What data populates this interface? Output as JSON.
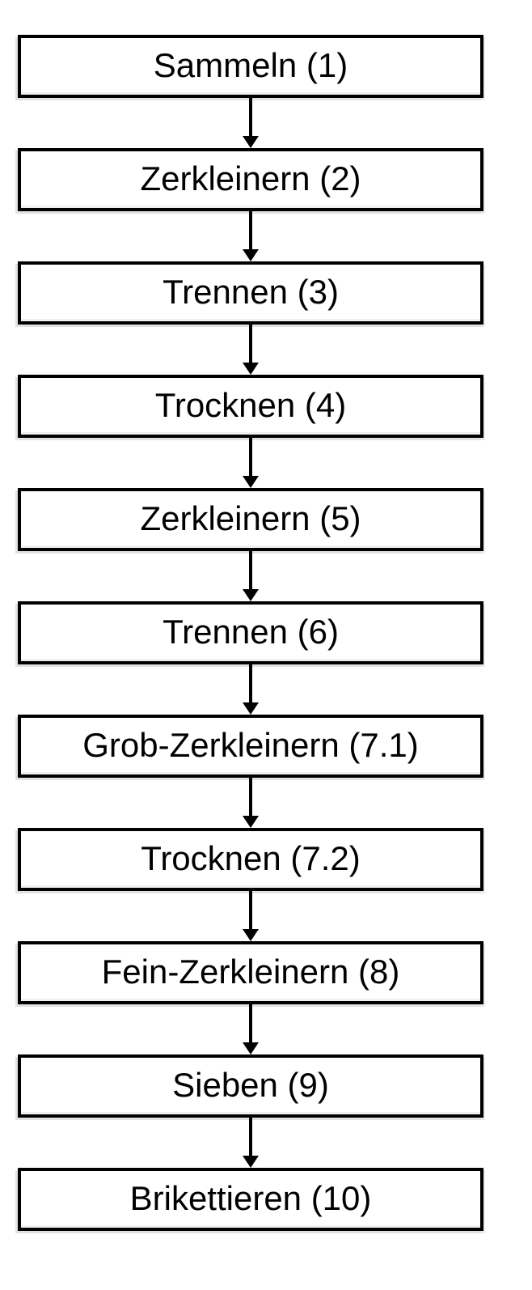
{
  "diagram": {
    "type": "flowchart",
    "direction": "top-down",
    "nodes": [
      {
        "label": "Sammeln (1)"
      },
      {
        "label": "Zerkleinern (2)"
      },
      {
        "label": "Trennen (3)"
      },
      {
        "label": "Trocknen (4)"
      },
      {
        "label": "Zerkleinern (5)"
      },
      {
        "label": "Trennen (6)"
      },
      {
        "label": "Grob-Zerkleinern (7.1)"
      },
      {
        "label": "Trocknen (7.2)"
      },
      {
        "label": "Fein-Zerkleinern (8)"
      },
      {
        "label": "Sieben (9)"
      },
      {
        "label": "Brikettieren (10)"
      }
    ],
    "edges": [
      {
        "from": 0,
        "to": 1
      },
      {
        "from": 1,
        "to": 2
      },
      {
        "from": 2,
        "to": 3
      },
      {
        "from": 3,
        "to": 4
      },
      {
        "from": 4,
        "to": 5
      },
      {
        "from": 5,
        "to": 6
      },
      {
        "from": 6,
        "to": 7
      },
      {
        "from": 7,
        "to": 8
      },
      {
        "from": 8,
        "to": 9
      },
      {
        "from": 9,
        "to": 10
      }
    ],
    "colors": {
      "background": "#ffffff",
      "box_fill": "#ffffff",
      "box_border": "#000000",
      "text": "#000000",
      "arrow": "#000000",
      "scan_shadow": "#e2e2e2"
    }
  }
}
